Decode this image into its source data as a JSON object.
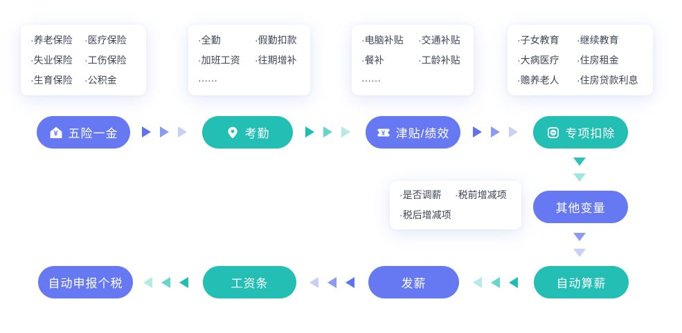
{
  "colors": {
    "purple": "#6679F2",
    "teal": "#23BEB4",
    "purple_arrow_fade": [
      "#5F73F0",
      "#8B9AF5",
      "#C8CFFB"
    ],
    "teal_arrow_fade": [
      "#1FBDB2",
      "#66D5CC",
      "#B5EAE5"
    ],
    "card_text": "#3D4456",
    "background": "#FFFFFF"
  },
  "icons": {
    "yen_symbol": "¥"
  },
  "cards": [
    {
      "name": "five-insurances-detail",
      "rows": [
        {
          "c1": "·养老保险",
          "c2": "·医疗保险"
        },
        {
          "c1": "·失业保险",
          "c2": "·工伤保险"
        },
        {
          "c1": "·生育保险",
          "c2": "·公积金"
        }
      ]
    },
    {
      "name": "attendance-detail",
      "rows": [
        {
          "c1": "·全勤",
          "c2": "·假勤扣款"
        },
        {
          "c1": "·加班工资",
          "c2": "·往期增补"
        },
        {
          "c1": "······",
          "c2": ""
        }
      ]
    },
    {
      "name": "allowance-detail",
      "rows": [
        {
          "c1": "·电脑补贴",
          "c2": "·交通补贴"
        },
        {
          "c1": "·餐补",
          "c2": "·工龄补贴"
        },
        {
          "c1": "······",
          "c2": ""
        }
      ]
    },
    {
      "name": "special-deduction-detail",
      "rows": [
        {
          "c1": "·子女教育",
          "c2": "·继续教育"
        },
        {
          "c1": "·大病医疗",
          "c2": "·住房租金"
        },
        {
          "c1": "·赡养老人",
          "c2": "·住房贷款利息"
        }
      ]
    },
    {
      "name": "other-variables-detail",
      "rows": [
        {
          "c1": "·是否调薪",
          "c2": "·税前增减项"
        },
        {
          "c1": "·税后增减项",
          "c2": ""
        }
      ]
    }
  ],
  "nodes": {
    "five_insurances": {
      "label": "五险一金"
    },
    "attendance": {
      "label": "考勤"
    },
    "allowance": {
      "label": "津贴/绩效"
    },
    "special_deduction": {
      "label": "专项扣除"
    },
    "other_variables": {
      "label": "其他变量"
    },
    "auto_calc": {
      "label": "自动算薪"
    },
    "pay_salary": {
      "label": "发薪"
    },
    "payslip": {
      "label": "工资条"
    },
    "auto_tax": {
      "label": "自动申报个税"
    }
  }
}
